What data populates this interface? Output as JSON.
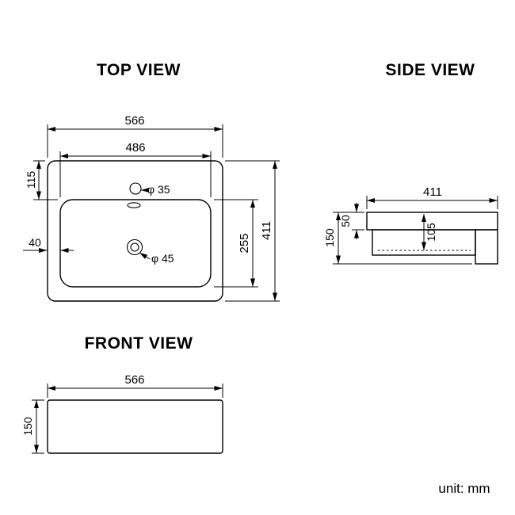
{
  "page": {
    "background_color": "#ffffff",
    "line_color": "#000000",
    "unit_label": "unit: mm"
  },
  "titles": {
    "top_view": "TOP VIEW",
    "side_view": "SIDE VIEW",
    "front_view": "FRONT VIEW"
  },
  "top_view": {
    "overall_width_mm": "566",
    "bowl_width_mm": "486",
    "faucet_offset_mm": "115",
    "faucet_hole_diameter": "φ 35",
    "left_rim_mm": "40",
    "bowl_depth_mm": "255",
    "overall_depth_mm": "411",
    "drain_hole_diameter": "φ 45"
  },
  "side_view": {
    "overall_depth_mm": "411",
    "rim_height_mm": "50",
    "overall_height_mm": "150",
    "inner_depth_mm": "105"
  },
  "front_view": {
    "overall_width_mm": "566",
    "overall_height_mm": "150"
  }
}
